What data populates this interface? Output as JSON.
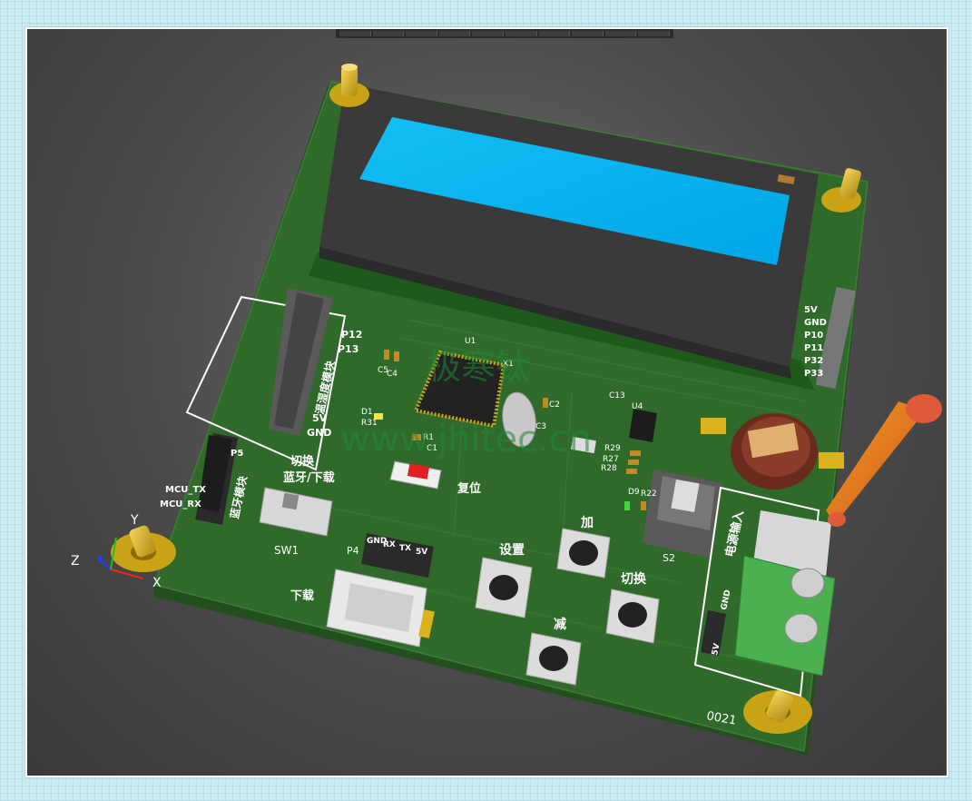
{
  "window": {
    "toolbar_button_count": 10
  },
  "colors": {
    "board": "#2f6a2a",
    "board_edge": "#234f1f",
    "lcd_screen": "#00b4f0",
    "lcd_frame": "#3a3a3a",
    "terminal": "#4caf50",
    "brass": "#d9b21e",
    "silk": "#ffffff"
  },
  "board": {
    "lcd_header_pins": [
      "5V",
      "GND",
      "P10",
      "P11",
      "P32",
      "P33"
    ],
    "sensor_module": {
      "pins_top": [
        "P12",
        "P13"
      ],
      "name": "温湿度模块",
      "pins_bottom": [
        "5V",
        "GND"
      ]
    },
    "bluetooth": {
      "pins": [
        "MCU_TX",
        "MCU_RX"
      ],
      "name": "蓝牙模块",
      "header_ref": "P5"
    },
    "switch": {
      "label_line1": "切换",
      "label_line2": "蓝牙/下载",
      "ref": "SW1"
    },
    "download_header": {
      "pins": [
        "GND",
        "RX",
        "TX",
        "5V"
      ],
      "ref": "P4",
      "label": "下载"
    },
    "mcu_ref": "U1",
    "crystal_ref": "X1",
    "components": [
      "C5",
      "C4",
      "C2",
      "C3",
      "C13",
      "U4",
      "D1",
      "R31",
      "R1",
      "C1",
      "R29",
      "R27",
      "R28",
      "D9",
      "R22"
    ],
    "reset_button": "复位",
    "buttons": {
      "set": "设置",
      "plus": "加",
      "minus": "减",
      "switch": "切换"
    },
    "power_switch_ref": "S2",
    "power": {
      "label": "电源输入",
      "jumper_top": "GND",
      "jumper_bottom": "5V"
    },
    "board_id": "0021"
  },
  "watermark": {
    "line1": "极寒钛",
    "line2": "www.jhitec.cn"
  },
  "axes": {
    "x": "X",
    "y": "Y",
    "z": "Z"
  }
}
